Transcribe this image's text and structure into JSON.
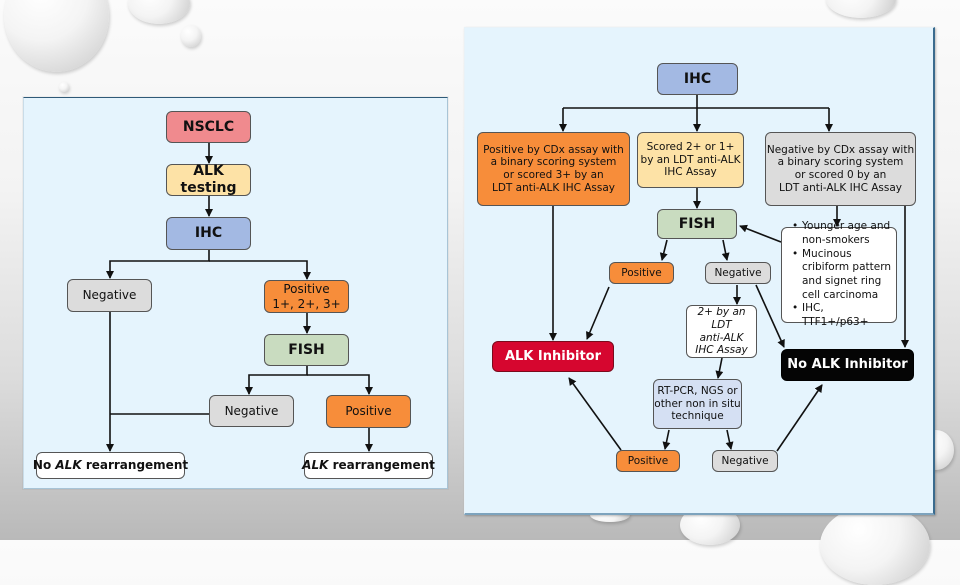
{
  "slide": {
    "left_flowchart": {
      "nodes": {
        "nsclc": "NSCLC",
        "alk_testing": "ALK testing",
        "ihc": "IHC",
        "ihc_negative": "Negative",
        "ihc_positive_line1": "Positive",
        "ihc_positive_line2": "1+, 2+, 3+",
        "fish": "FISH",
        "fish_negative": "Negative",
        "fish_positive": "Positive",
        "no_alk_prefix": "No",
        "no_alk_italic": "ALK",
        "no_alk_suffix": "rearrangement",
        "alk_italic": "ALK",
        "alk_suffix": "rearrangement"
      }
    },
    "right_flowchart": {
      "nodes": {
        "ihc": "IHC",
        "cdx_positive": [
          "Positive by CDx assay with",
          "a binary scoring system",
          "or scored 3+ by an",
          "LDT anti-ALK IHC Assay"
        ],
        "scored_2_1": [
          "Scored 2+ or 1+",
          "by an LDT anti-ALK",
          "IHC Assay"
        ],
        "cdx_negative": [
          "Negative by CDx assay with",
          "a binary scoring system",
          "or scored 0 by an",
          "LDT anti-ALK IHC Assay"
        ],
        "fish": "FISH",
        "fish_positive": "Positive",
        "fish_negative": "Negative",
        "clinical_features": [
          "Younger age and non-smokers",
          "Mucinous cribiform pattern and signet ring cell carcinoma",
          "IHC, TTF1+/p63+"
        ],
        "ldt_2plus": [
          "2+ by an LDT",
          "anti-ALK",
          "IHC Assay"
        ],
        "alk_inhibitor": "ALK Inhibitor",
        "no_alk_inhibitor": "No ALK Inhibitor",
        "rtpcr": [
          "RT-PCR, NGS or",
          "other non in situ",
          "technique"
        ],
        "final_positive": "Positive",
        "final_negative": "Negative"
      }
    },
    "colors": {
      "panel_bg": "#e5f4fd",
      "nsclc": "#f08a8e",
      "alk_testing": "#fde2a6",
      "ihc": "#a3b9e3",
      "negative": "#dcdcdc",
      "positive": "#f78d3a",
      "fish": "#c9dcc0",
      "alk_inhibitor": "#d6062f",
      "no_alk_inhibitor": "#050505"
    }
  }
}
